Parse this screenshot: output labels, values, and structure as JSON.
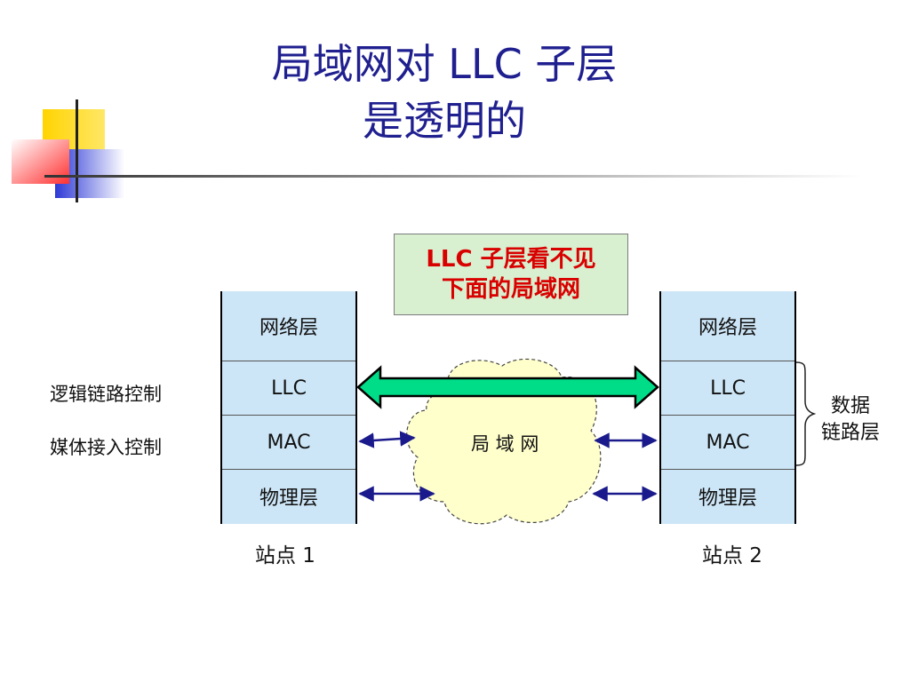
{
  "slide": {
    "title_line1": "局域网对 LLC 子层",
    "title_line2": "是透明的"
  },
  "callout": {
    "line1": "LLC 子层看不见",
    "line2": "下面的局域网"
  },
  "stations": [
    {
      "label": "站点 1",
      "layers": [
        "网络层",
        "LLC",
        "MAC",
        "物理层"
      ]
    },
    {
      "label": "站点 2",
      "layers": [
        "网络层",
        "LLC",
        "MAC",
        "物理层"
      ]
    }
  ],
  "left_labels": {
    "llc": "逻辑链路控制",
    "mac": "媒体接入控制"
  },
  "right_label": {
    "line1": "数据",
    "line2": "链路层"
  },
  "cloud_label": "局 域 网",
  "colors": {
    "title": "#1f1f8f",
    "callout_text": "#d90000",
    "callout_bg": "#d8efd0",
    "layer_bg": "#cde6f7",
    "cloud_bg": "#ffffcc",
    "big_arrow": "#00dd88",
    "small_arrows": "#1a1a8c"
  }
}
